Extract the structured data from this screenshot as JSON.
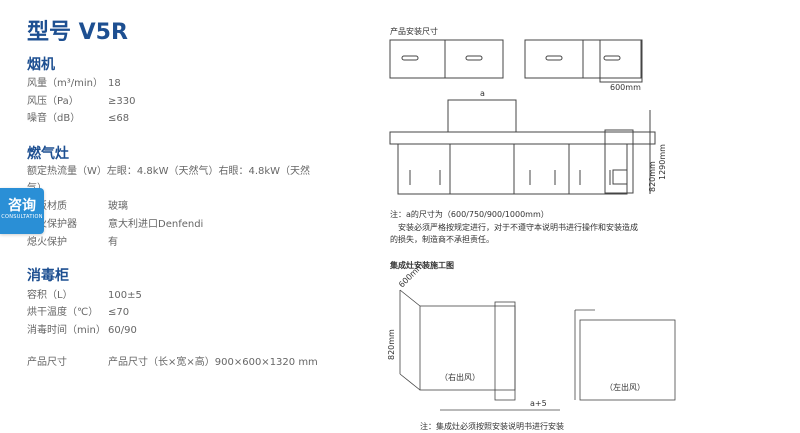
{
  "model": {
    "title": "型号 V5R"
  },
  "hood": {
    "heading": "烟机",
    "rows": [
      {
        "label": "风量（m³/min）",
        "value": "18"
      },
      {
        "label": "风压（Pa）",
        "value": "≥330"
      },
      {
        "label": "噪音（dB）",
        "value": "≤68"
      }
    ]
  },
  "stove": {
    "heading": "燃气灶",
    "power_text": "额定热流量（W）左眼：4.8kW（天然气）右眼：4.8kW（天然气）",
    "rows": [
      {
        "label": "面板材质",
        "value": "玻璃"
      },
      {
        "label": "熄火保护器",
        "value": "意大利进口Denfendi"
      },
      {
        "label": "熄火保护",
        "value": "有"
      }
    ]
  },
  "cabinet": {
    "heading": "消毒柜",
    "rows": [
      {
        "label": "容积（L）",
        "value": "100±5"
      },
      {
        "label": "烘干温度（℃）",
        "value": "≤70"
      },
      {
        "label": "消毒时间（min）",
        "value": "60/90"
      }
    ]
  },
  "size": {
    "label": "产品尺寸",
    "value": "产品尺寸（长×宽×高）900×600×1320 mm"
  },
  "consult": {
    "label": "咨询",
    "sub": "CONSULTATION"
  },
  "diagram": {
    "title1": "产品安装尺寸",
    "dim_a": "a",
    "dim_width": "600mm",
    "dim_height1": "1290mm",
    "dim_height2": "820mm",
    "note1": "注：a的尺寸为（600/750/900/1000mm）",
    "note2": "安装必须严格按规定进行，对于不遵守本说明书进行操作和安装造成",
    "note3": "的损失，制造商不承担责任。",
    "title2": "集成灶安装施工图",
    "left_label": "（右出风）",
    "right_label": "（左出风）",
    "dim_a5": "a+5",
    "dim_600": "600mm",
    "dim_820": "820mm",
    "bottom_note": "注：集成灶必须按照安装说明书进行安装"
  }
}
